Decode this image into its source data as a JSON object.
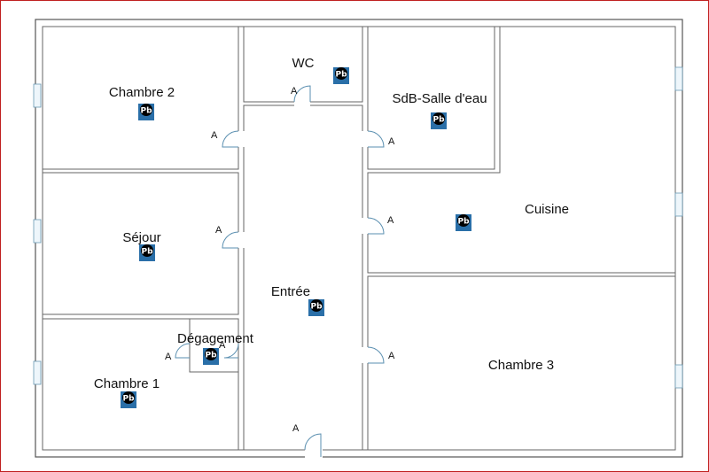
{
  "rooms": {
    "chambre2": "Chambre 2",
    "wc": "WC",
    "sdb": "SdB-Salle d'eau",
    "cuisine": "Cuisine",
    "sejour": "Séjour",
    "entree": "Entrée",
    "degagement": "Dégagement",
    "chambre1": "Chambre 1",
    "chambre3": "Chambre 3"
  },
  "marker_label": "Pb",
  "door_label": "A",
  "colors": {
    "border": "#c02020",
    "marker_top": "#000000",
    "marker_bottom": "#2a6fa8",
    "door": "#5a8fb0"
  }
}
